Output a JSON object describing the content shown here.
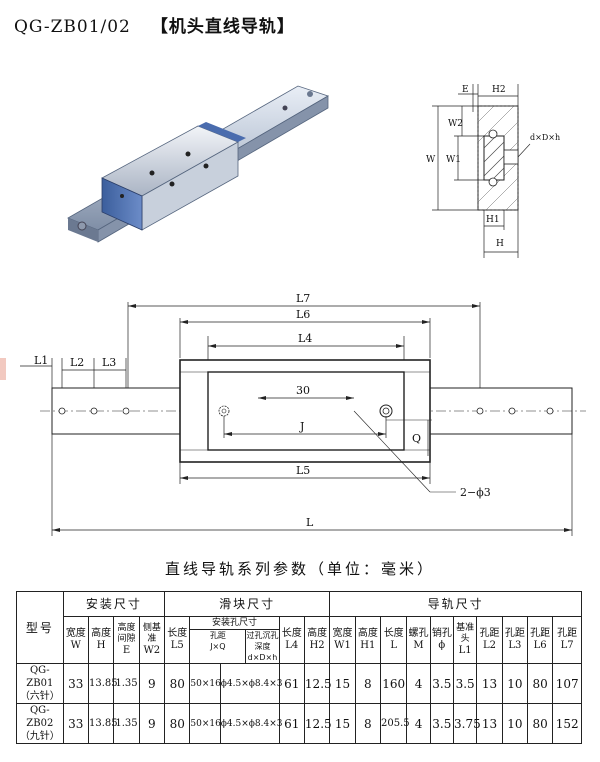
{
  "header": {
    "model": "QG-ZB01/02",
    "name": "【机头直线导轨】"
  },
  "side_diagram": {
    "labels": {
      "e": "E",
      "h2": "H2",
      "w2": "W2",
      "w1": "W1",
      "w": "W",
      "dxdxh": "d×D×h",
      "h1": "H1",
      "h": "H"
    }
  },
  "top_view": {
    "labels": {
      "l7": "L7",
      "l6": "L6",
      "l4": "L4",
      "l1": "L1",
      "l2": "L2",
      "l3": "L3",
      "thirty": "30",
      "j": "J",
      "q": "Q",
      "l5": "L5",
      "holes": "2−ϕ3",
      "l": "L"
    }
  },
  "table": {
    "title": "直线导轨系列参数（单位：毫米）",
    "groups": {
      "model": "型号",
      "install": "安装尺寸",
      "slider": "滑块尺寸",
      "rail": "导轨尺寸"
    },
    "headers": {
      "w_cn": "宽度",
      "w_sym": "W",
      "h_cn": "高度",
      "h_sym": "H",
      "e_cn": "高度间隙",
      "e_sym": "E",
      "w2_cn": "侧基准",
      "w2_sym": "W2",
      "l5_cn": "长度",
      "l5_sym": "L5",
      "mount": "安装孔尺寸",
      "jq_cn": "孔距",
      "jq_sym": "J×Q",
      "dd_cn": "过孔沉孔深度",
      "dd_sym": "d×D×h",
      "l4_cn": "长度",
      "l4_sym": "L4",
      "h2_cn": "高度",
      "h2_sym": "H2",
      "w1_cn": "宽度",
      "w1_sym": "W1",
      "h1_cn": "高度",
      "h1_sym": "H1",
      "l_cn": "长度",
      "l_sym": "L",
      "m_cn": "螺孔",
      "m_sym": "M",
      "phi_cn": "销孔",
      "phi_sym": "ϕ",
      "l1_cn": "基准头",
      "l1_sym": "L1",
      "l2_cn": "孔距",
      "l2_sym": "L2",
      "l3_cn": "孔距",
      "l3_sym": "L3",
      "l6_cn": "孔距",
      "l6_sym": "L6",
      "l7_cn": "孔距",
      "l7_sym": "L7"
    },
    "rows": [
      {
        "model": "QG-ZB01",
        "variant": "（六针）",
        "cells": [
          "33",
          "13.85",
          "1.35",
          "9",
          "80",
          "50×16",
          "ϕ4.5×ϕ8.4×3",
          "61",
          "12.5",
          "15",
          "8",
          "160",
          "4",
          "3.5",
          "3.5",
          "13",
          "10",
          "80",
          "107"
        ]
      },
      {
        "model": "QG-ZB02",
        "variant": "（九针）",
        "cells": [
          "33",
          "13.85",
          "1.35",
          "9",
          "80",
          "50×16",
          "ϕ4.5×ϕ8.4×3",
          "61",
          "12.5",
          "15",
          "8",
          "205.5",
          "4",
          "3.5",
          "3.75",
          "13",
          "10",
          "80",
          "152"
        ]
      }
    ]
  }
}
